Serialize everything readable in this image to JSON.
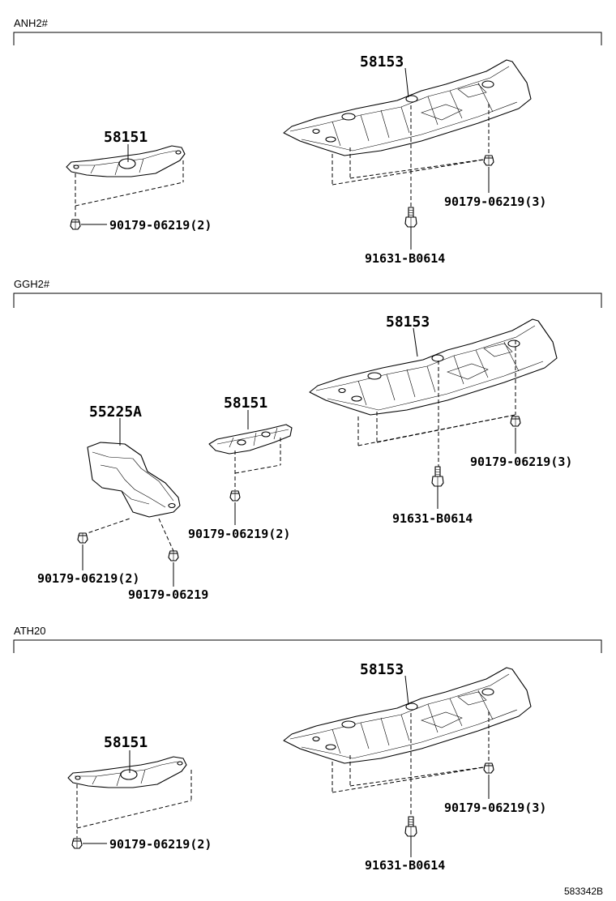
{
  "sections": [
    {
      "label": "ANH2#",
      "parts": {
        "cover_large": "58153",
        "cover_small": "58151",
        "clip_large": "90179-06219(3)",
        "clip_small": "90179-06219(2)",
        "bolt": "91631-B0614"
      }
    },
    {
      "label": "GGH2#",
      "parts": {
        "cover_large": "58153",
        "cover_small": "58151",
        "shield": "55225A",
        "clip_large": "90179-06219(3)",
        "clip_small": "90179-06219(2)",
        "clip_shield_pair": "90179-06219(2)",
        "clip_shield_single": "90179-06219",
        "bolt": "91631-B0614"
      }
    },
    {
      "label": "ATH20",
      "parts": {
        "cover_large": "58153",
        "cover_small": "58151",
        "clip_large": "90179-06219(3)",
        "clip_small": "90179-06219(2)",
        "bolt": "91631-B0614"
      }
    }
  ],
  "diagram_code": "583342B"
}
